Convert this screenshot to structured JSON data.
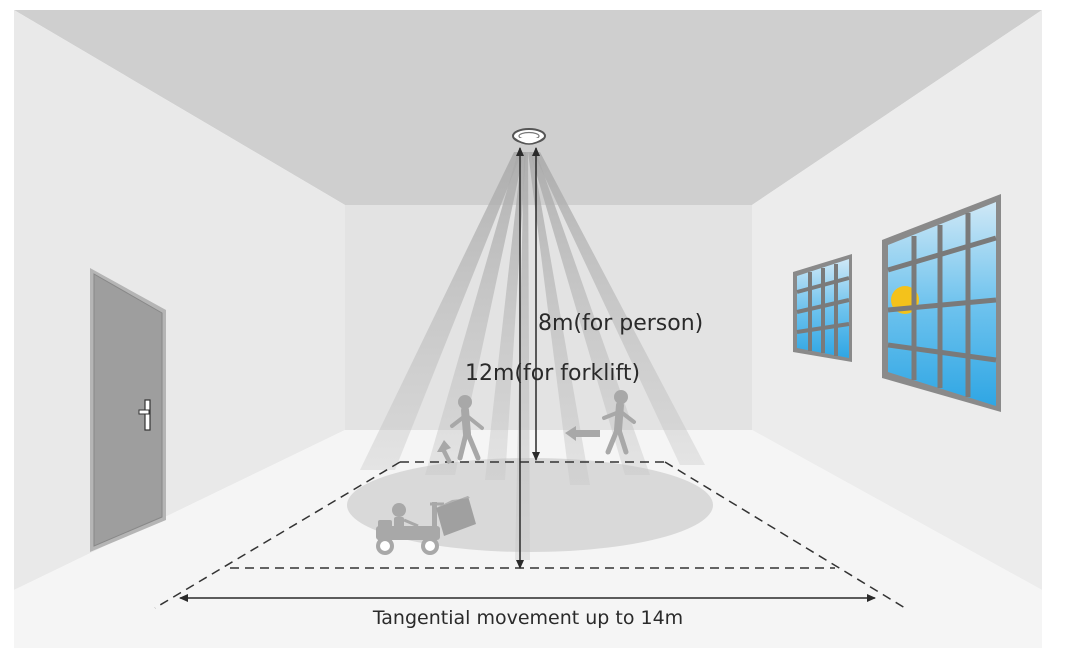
{
  "labels": {
    "person_range": "8m(for person)",
    "forklift_range": "12m(for forklift)",
    "tangential": "Tangential movement up to 14m"
  },
  "colors": {
    "ceiling": "#cfcfcf",
    "back_wall": "#e3e3e3",
    "side_wall": "#ececec",
    "floor": "#f5f5f5",
    "beam": "#b8b8b8",
    "detection_zone": "#d2d2d2",
    "figure": "#a8a8a8",
    "sky": "#4fb3e8",
    "sun": "#f4c21b",
    "door": "#9a9a9a",
    "line": "#333333"
  },
  "icons": [
    "ceiling-sensor-icon",
    "person-icon",
    "forklift-icon",
    "door-icon",
    "window-icon",
    "sun-icon"
  ]
}
